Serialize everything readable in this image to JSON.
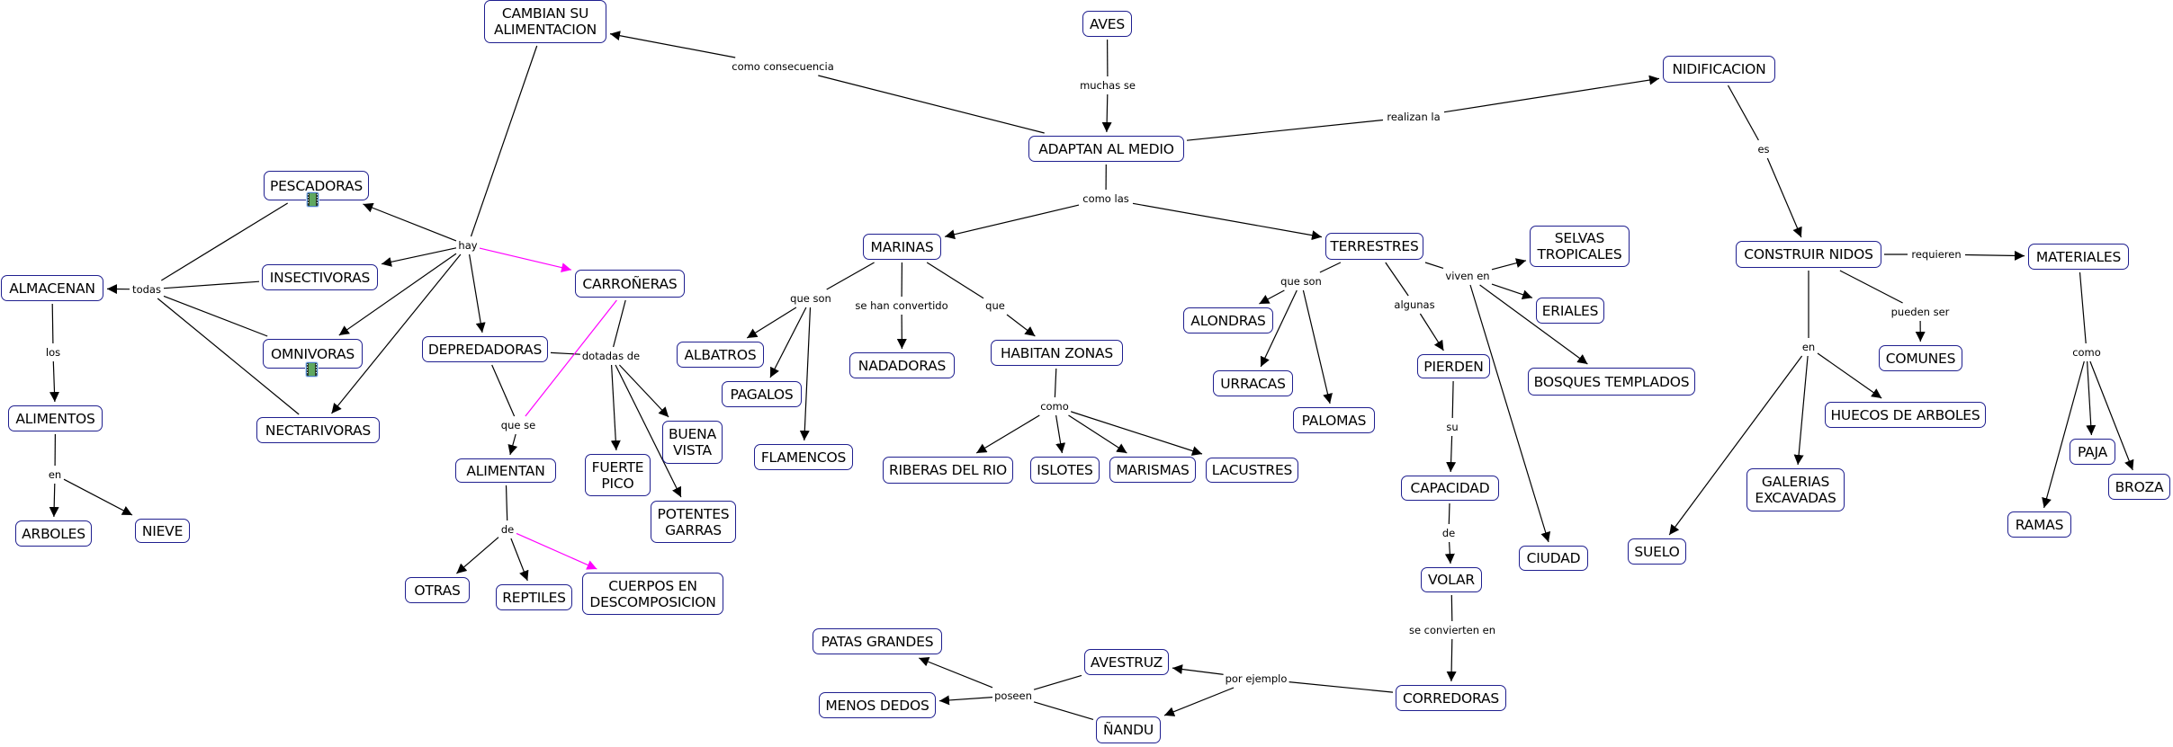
{
  "colors": {
    "node_border": "#1f1f8f",
    "line": "#000000",
    "highlight_line": "#ff00ff"
  },
  "concepts": [
    {
      "id": "aves",
      "label": "AVES"
    },
    {
      "id": "adaptan",
      "label": "ADAPTAN AL MEDIO"
    },
    {
      "id": "cambian",
      "label": "CAMBIAN SU\nALIMENTACION"
    },
    {
      "id": "nidificacion",
      "label": "NIDIFICACION"
    },
    {
      "id": "construir",
      "label": "CONSTRUIR NIDOS"
    },
    {
      "id": "materiales",
      "label": "MATERIALES"
    },
    {
      "id": "comunes",
      "label": "COMUNES"
    },
    {
      "id": "huecos",
      "label": "HUECOS DE ARBOLES"
    },
    {
      "id": "galerias",
      "label": "GALERIAS\nEXCAVADAS"
    },
    {
      "id": "suelo",
      "label": "SUELO"
    },
    {
      "id": "paja",
      "label": "PAJA"
    },
    {
      "id": "broza",
      "label": "BROZA"
    },
    {
      "id": "ramas",
      "label": "RAMAS"
    },
    {
      "id": "marinas",
      "label": "MARINAS"
    },
    {
      "id": "terrestres",
      "label": "TERRESTRES"
    },
    {
      "id": "albatros",
      "label": "ALBATROS"
    },
    {
      "id": "pagalos",
      "label": "PAGALOS"
    },
    {
      "id": "flamencos",
      "label": "FLAMENCOS"
    },
    {
      "id": "nadadoras",
      "label": "NADADORAS"
    },
    {
      "id": "habitan",
      "label": "HABITAN ZONAS"
    },
    {
      "id": "riberas",
      "label": "RIBERAS DEL RIO"
    },
    {
      "id": "islotes",
      "label": "ISLOTES"
    },
    {
      "id": "marismas",
      "label": "MARISMAS"
    },
    {
      "id": "lacustres",
      "label": "LACUSTRES"
    },
    {
      "id": "alondras",
      "label": "ALONDRAS"
    },
    {
      "id": "urracas",
      "label": "URRACAS"
    },
    {
      "id": "palomas",
      "label": "PALOMAS"
    },
    {
      "id": "pierden",
      "label": "PIERDEN"
    },
    {
      "id": "capacidad",
      "label": "CAPACIDAD"
    },
    {
      "id": "volar",
      "label": "VOLAR"
    },
    {
      "id": "corredoras",
      "label": "CORREDORAS"
    },
    {
      "id": "avestruz",
      "label": "AVESTRUZ"
    },
    {
      "id": "nandu",
      "label": "ÑANDU"
    },
    {
      "id": "patas",
      "label": "PATAS GRANDES"
    },
    {
      "id": "menos",
      "label": "MENOS DEDOS"
    },
    {
      "id": "selvas",
      "label": "SELVAS\nTROPICALES"
    },
    {
      "id": "eriales",
      "label": "ERIALES"
    },
    {
      "id": "bosques",
      "label": "BOSQUES TEMPLADOS"
    },
    {
      "id": "ciudad",
      "label": "CIUDAD"
    },
    {
      "id": "pescadoras",
      "label": "PESCADORAS",
      "icon": "film-icon"
    },
    {
      "id": "insectivoras",
      "label": "INSECTIVORAS"
    },
    {
      "id": "omnivoras",
      "label": "OMNIVORAS",
      "icon": "film-icon"
    },
    {
      "id": "nectarivoras",
      "label": "NECTARIVORAS"
    },
    {
      "id": "depredadoras",
      "label": "DEPREDADORAS"
    },
    {
      "id": "carroneras",
      "label": "CARROÑERAS"
    },
    {
      "id": "almacenan",
      "label": "ALMACENAN"
    },
    {
      "id": "alimentos",
      "label": "ALIMENTOS"
    },
    {
      "id": "arboles",
      "label": "ARBOLES"
    },
    {
      "id": "nieve",
      "label": "NIEVE"
    },
    {
      "id": "alimentan",
      "label": "ALIMENTAN"
    },
    {
      "id": "fuerte",
      "label": "FUERTE\nPICO"
    },
    {
      "id": "buena",
      "label": "BUENA\nVISTA"
    },
    {
      "id": "potentes",
      "label": "POTENTES\nGARRAS"
    },
    {
      "id": "otras",
      "label": "OTRAS"
    },
    {
      "id": "reptiles",
      "label": "REPTILES"
    },
    {
      "id": "cuerpos",
      "label": "CUERPOS EN\nDESCOMPOSICION"
    }
  ],
  "links": [
    {
      "id": "l_muchas",
      "label": "muchas se",
      "from": [
        "aves"
      ],
      "to": [
        "adaptan"
      ]
    },
    {
      "id": "l_consecuencia",
      "label": "como consecuencia",
      "from": [
        "adaptan"
      ],
      "to": [
        "cambian"
      ]
    },
    {
      "id": "l_realizan",
      "label": "realizan la",
      "from": [
        "adaptan"
      ],
      "to": [
        "nidificacion"
      ]
    },
    {
      "id": "l_es",
      "label": "es",
      "from": [
        "nidificacion"
      ],
      "to": [
        "construir"
      ]
    },
    {
      "id": "l_requieren",
      "label": "requieren",
      "from": [
        "construir"
      ],
      "to": [
        "materiales"
      ]
    },
    {
      "id": "l_pueden",
      "label": "pueden ser",
      "from": [
        "construir"
      ],
      "to": [
        "comunes"
      ]
    },
    {
      "id": "l_en_nidos",
      "label": "en",
      "from": [
        "construir"
      ],
      "to": [
        "huecos",
        "galerias",
        "suelo"
      ]
    },
    {
      "id": "l_como_mat",
      "label": "como",
      "from": [
        "materiales"
      ],
      "to": [
        "paja",
        "broza",
        "ramas"
      ]
    },
    {
      "id": "l_como_las",
      "label": "como las",
      "from": [
        "adaptan"
      ],
      "to": [
        "marinas",
        "terrestres"
      ]
    },
    {
      "id": "l_que_son_m",
      "label": "que son",
      "from": [
        "marinas"
      ],
      "to": [
        "albatros",
        "pagalos",
        "flamencos"
      ]
    },
    {
      "id": "l_convertido",
      "label": "se han convertido",
      "from": [
        "marinas"
      ],
      "to": [
        "nadadoras"
      ]
    },
    {
      "id": "l_que",
      "label": "que",
      "from": [
        "marinas"
      ],
      "to": [
        "habitan"
      ]
    },
    {
      "id": "l_como_zonas",
      "label": "como",
      "from": [
        "habitan"
      ],
      "to": [
        "riberas",
        "islotes",
        "marismas",
        "lacustres"
      ]
    },
    {
      "id": "l_que_son_t",
      "label": "que son",
      "from": [
        "terrestres"
      ],
      "to": [
        "alondras",
        "urracas",
        "palomas"
      ]
    },
    {
      "id": "l_algunas",
      "label": "algunas",
      "from": [
        "terrestres"
      ],
      "to": [
        "pierden"
      ]
    },
    {
      "id": "l_viven",
      "label": "viven en",
      "from": [
        "terrestres"
      ],
      "to": [
        "selvas",
        "eriales",
        "bosques",
        "ciudad"
      ]
    },
    {
      "id": "l_su",
      "label": "su",
      "from": [
        "pierden"
      ],
      "to": [
        "capacidad"
      ]
    },
    {
      "id": "l_de_volar",
      "label": "de",
      "from": [
        "capacidad"
      ],
      "to": [
        "volar"
      ]
    },
    {
      "id": "l_convierten",
      "label": "se convierten en",
      "from": [
        "volar"
      ],
      "to": [
        "corredoras"
      ]
    },
    {
      "id": "l_ejemplo",
      "label": "por ejemplo",
      "from": [
        "corredoras"
      ],
      "to": [
        "avestruz",
        "nandu"
      ]
    },
    {
      "id": "l_poseen",
      "label": "poseen",
      "from": [
        "avestruz",
        "nandu"
      ],
      "to": [
        "patas",
        "menos"
      ]
    },
    {
      "id": "l_hay",
      "label": "hay",
      "from": [
        "cambian"
      ],
      "to": [
        "pescadoras",
        "insectivoras",
        "omnivoras",
        "nectarivoras",
        "depredadoras",
        "carroneras"
      ],
      "highlight_to": [
        "carroneras"
      ]
    },
    {
      "id": "l_todas",
      "label": "todas",
      "from": [
        "pescadoras",
        "insectivoras",
        "omnivoras",
        "nectarivoras"
      ],
      "to": [
        "almacenan"
      ]
    },
    {
      "id": "l_los",
      "label": "los",
      "from": [
        "almacenan"
      ],
      "to": [
        "alimentos"
      ]
    },
    {
      "id": "l_en_alim",
      "label": "en",
      "from": [
        "alimentos"
      ],
      "to": [
        "arboles",
        "nieve"
      ]
    },
    {
      "id": "l_dotadas",
      "label": "dotadas de",
      "from": [
        "depredadoras",
        "carroneras"
      ],
      "to": [
        "fuerte",
        "buena",
        "potentes"
      ]
    },
    {
      "id": "l_que_se",
      "label": "que se",
      "from": [
        "depredadoras",
        "carroneras"
      ],
      "to": [
        "alimentan"
      ],
      "highlight_from": [
        "carroneras"
      ]
    },
    {
      "id": "l_de_alim",
      "label": "de",
      "from": [
        "alimentan"
      ],
      "to": [
        "otras",
        "reptiles",
        "cuerpos"
      ],
      "highlight_to": [
        "cuerpos"
      ]
    }
  ]
}
